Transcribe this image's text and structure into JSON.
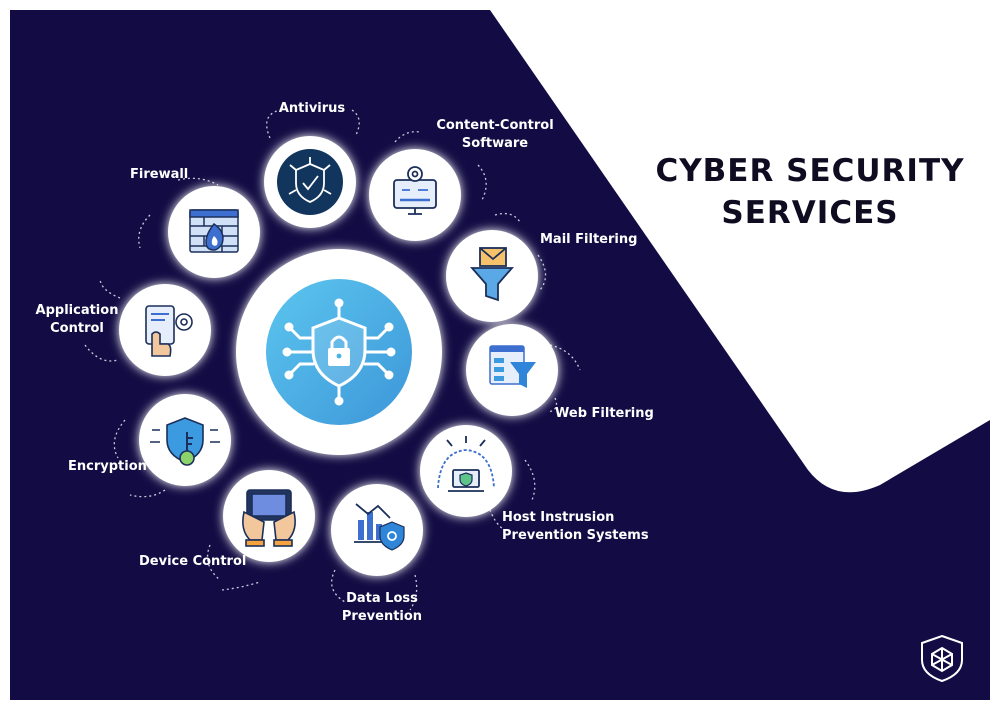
{
  "colors": {
    "background_dark": "#130c44",
    "background_light": "#ffffff",
    "hub_circle": "#4bb3e4",
    "icon_blue": "#3c6fcf",
    "icon_dark": "#1b2f5a",
    "antivirus_circle": "#12355e",
    "title_text": "#0f0c22",
    "label_text": "#ffffff"
  },
  "title": {
    "line1": "CYBER SECURITY",
    "line2": "SERVICES"
  },
  "hub": {
    "icon": "shield-lock-circuit-icon"
  },
  "services": [
    {
      "id": "antivirus",
      "lines": [
        "Antivirus"
      ],
      "icon": "virus-shield-icon"
    },
    {
      "id": "content-control",
      "lines": [
        "Content-Control",
        "Software"
      ],
      "icon": "monitor-gear-icon"
    },
    {
      "id": "mail-filtering",
      "lines": [
        "Mail Filtering"
      ],
      "icon": "envelope-funnel-icon"
    },
    {
      "id": "web-filtering",
      "lines": [
        "Web Filtering"
      ],
      "icon": "webpage-funnel-icon"
    },
    {
      "id": "host-intrusion",
      "lines": [
        "Host Instrusion",
        "Prevention Systems"
      ],
      "icon": "laptop-shield-icon"
    },
    {
      "id": "data-loss",
      "lines": [
        "Data Loss",
        "Prevention"
      ],
      "icon": "chart-shield-gear-icon"
    },
    {
      "id": "device-control",
      "lines": [
        "Device Control"
      ],
      "icon": "hands-tablet-icon"
    },
    {
      "id": "encryption",
      "lines": [
        "Encryption"
      ],
      "icon": "shield-key-icon"
    },
    {
      "id": "application-control",
      "lines": [
        "Application",
        "Control"
      ],
      "icon": "hand-app-gear-icon"
    },
    {
      "id": "firewall",
      "lines": [
        "Firewall"
      ],
      "icon": "browser-firewall-icon"
    }
  ],
  "logo": {
    "icon": "shield-logo-icon"
  }
}
